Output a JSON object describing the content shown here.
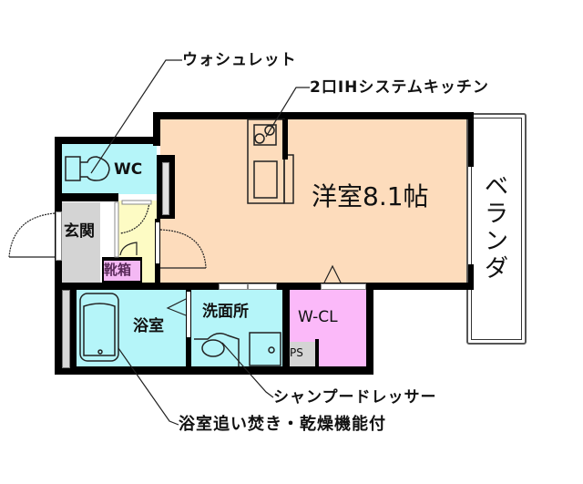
{
  "colors": {
    "western_room": "#fddcbc",
    "wet_area": "#b5f5f9",
    "closet": "#fbb9f9",
    "entrance": "#d4d4d4",
    "hallway": "#fdfbc4",
    "shoe_box": "#f4b8f4",
    "ps": "#d4d4d4",
    "wall": "#000000"
  },
  "rooms": {
    "western": "洋室8.1帖",
    "wc": "WC",
    "entrance": "玄関",
    "shoe_box": "靴箱",
    "bathroom": "浴室",
    "washroom": "洗面所",
    "closet": "W-CL",
    "ps": "PS",
    "veranda": "ベランダ"
  },
  "callouts": {
    "washlet": "ウォシュレット",
    "kitchen": "2口IHシステムキッチン",
    "shampoo_dresser": "シャンプードレッサー",
    "bath_features": "浴室追い焚き・乾燥機能付"
  }
}
